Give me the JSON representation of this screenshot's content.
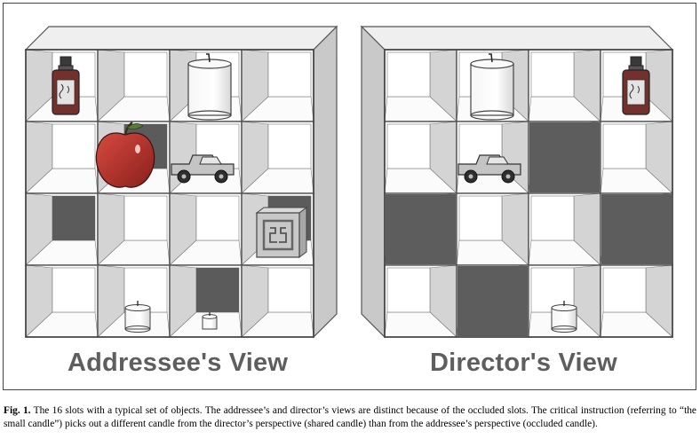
{
  "addressee_view": {
    "label": "Addressee's View",
    "occluded_slots": [
      [
        1,
        1
      ],
      [
        2,
        0
      ],
      [
        2,
        3
      ],
      [
        3,
        2
      ]
    ],
    "objects": [
      {
        "icon": "bottle-icon",
        "slot": [
          0,
          0
        ]
      },
      {
        "icon": "large-candle-icon",
        "slot": [
          0,
          2
        ]
      },
      {
        "icon": "apple-icon",
        "slot": [
          1,
          1
        ]
      },
      {
        "icon": "toy-truck-icon",
        "slot": [
          1,
          2
        ]
      },
      {
        "icon": "block-icon",
        "slot": [
          2,
          3
        ]
      },
      {
        "icon": "medium-candle-icon",
        "slot": [
          3,
          1
        ]
      },
      {
        "icon": "small-candle-icon",
        "slot": [
          3,
          2
        ]
      }
    ]
  },
  "director_view": {
    "label": "Director's View",
    "occluded_slots": [
      [
        1,
        2
      ],
      [
        2,
        0
      ],
      [
        2,
        3
      ],
      [
        3,
        1
      ]
    ],
    "objects": [
      {
        "icon": "large-candle-icon",
        "slot": [
          0,
          1
        ]
      },
      {
        "icon": "bottle-icon",
        "slot": [
          0,
          3
        ]
      },
      {
        "icon": "toy-truck-icon",
        "slot": [
          1,
          1
        ]
      },
      {
        "icon": "medium-candle-icon",
        "slot": [
          3,
          2
        ]
      }
    ]
  },
  "caption": {
    "label": "Fig. 1.",
    "text": "The 16 slots with a typical set of objects. The addressee’s and director’s views are distinct because of the occluded slots. The critical instruction (referring to “the small candle”) picks out a different candle from the director’s perspective (shared candle) than from the addressee’s perspective (occluded candle)."
  }
}
